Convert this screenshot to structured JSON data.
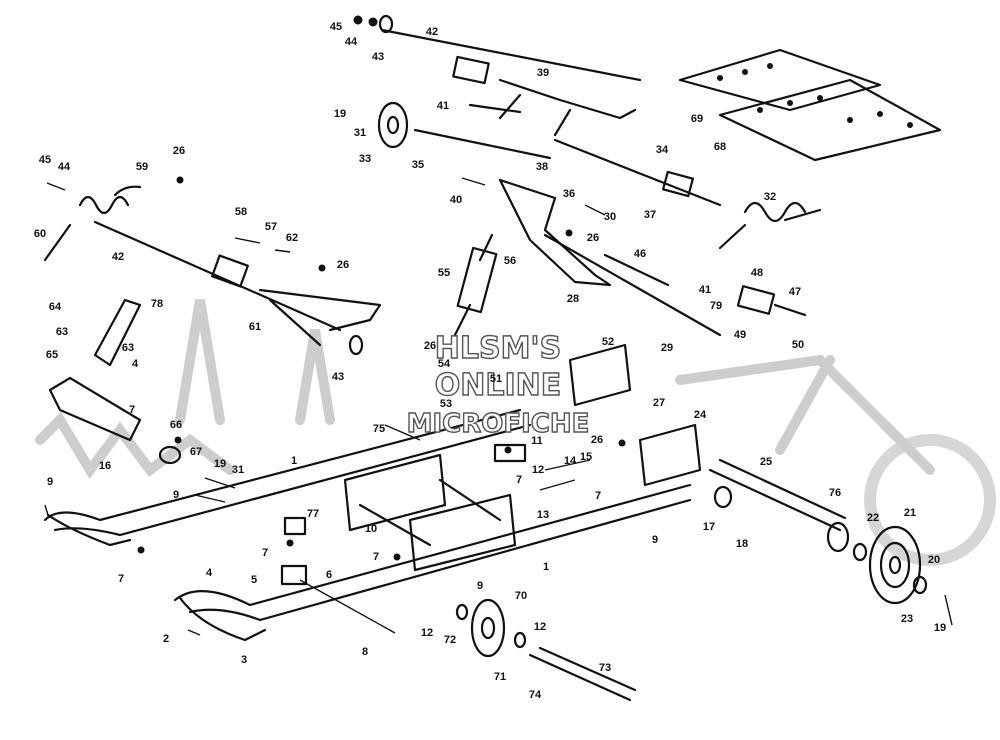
{
  "watermark": {
    "line1": "HLSM'S",
    "line2": "ONLINE",
    "line3": "MICROFICHE"
  },
  "callouts": [
    {
      "id": "c45a",
      "text": "45"
    },
    {
      "id": "c44a",
      "text": "44"
    },
    {
      "id": "c43a",
      "text": "43"
    },
    {
      "id": "c42a",
      "text": "42"
    },
    {
      "id": "c39",
      "text": "39"
    },
    {
      "id": "c19a",
      "text": "19"
    },
    {
      "id": "c41a",
      "text": "41"
    },
    {
      "id": "c31a",
      "text": "31"
    },
    {
      "id": "c33",
      "text": "33"
    },
    {
      "id": "c35",
      "text": "35"
    },
    {
      "id": "c38",
      "text": "38"
    },
    {
      "id": "c34",
      "text": "34"
    },
    {
      "id": "c69",
      "text": "69"
    },
    {
      "id": "c68",
      "text": "68"
    },
    {
      "id": "c32",
      "text": "32"
    },
    {
      "id": "c37",
      "text": "37"
    },
    {
      "id": "c36",
      "text": "36"
    },
    {
      "id": "c30",
      "text": "30"
    },
    {
      "id": "c40",
      "text": "40"
    },
    {
      "id": "c26a",
      "text": "26"
    },
    {
      "id": "c45b",
      "text": "45"
    },
    {
      "id": "c44b",
      "text": "44"
    },
    {
      "id": "c59",
      "text": "59"
    },
    {
      "id": "c26b",
      "text": "26"
    },
    {
      "id": "c60",
      "text": "60"
    },
    {
      "id": "c58",
      "text": "58"
    },
    {
      "id": "c57",
      "text": "57"
    },
    {
      "id": "c62",
      "text": "62"
    },
    {
      "id": "c26c",
      "text": "26"
    },
    {
      "id": "c42b",
      "text": "42"
    },
    {
      "id": "c56",
      "text": "56"
    },
    {
      "id": "c46",
      "text": "46"
    },
    {
      "id": "c28",
      "text": "28"
    },
    {
      "id": "c55",
      "text": "55"
    },
    {
      "id": "c41b",
      "text": "41"
    },
    {
      "id": "c79",
      "text": "79"
    },
    {
      "id": "c48",
      "text": "48"
    },
    {
      "id": "c47",
      "text": "47"
    },
    {
      "id": "c49",
      "text": "49"
    },
    {
      "id": "c50",
      "text": "50"
    },
    {
      "id": "c29",
      "text": "29"
    },
    {
      "id": "c64",
      "text": "64"
    },
    {
      "id": "c78",
      "text": "78"
    },
    {
      "id": "c63a",
      "text": "63"
    },
    {
      "id": "c61",
      "text": "61"
    },
    {
      "id": "c43b",
      "text": "43"
    },
    {
      "id": "c63b",
      "text": "63"
    },
    {
      "id": "c4a",
      "text": "4"
    },
    {
      "id": "c65",
      "text": "65"
    },
    {
      "id": "c26d",
      "text": "26"
    },
    {
      "id": "c54",
      "text": "54"
    },
    {
      "id": "c51",
      "text": "51"
    },
    {
      "id": "c52",
      "text": "52"
    },
    {
      "id": "c53",
      "text": "53"
    },
    {
      "id": "c75",
      "text": "75"
    },
    {
      "id": "c27",
      "text": "27"
    },
    {
      "id": "c24",
      "text": "24"
    },
    {
      "id": "c7a",
      "text": "7"
    },
    {
      "id": "c66",
      "text": "66"
    },
    {
      "id": "c16",
      "text": "16"
    },
    {
      "id": "c67",
      "text": "67"
    },
    {
      "id": "c11",
      "text": "11"
    },
    {
      "id": "c26e",
      "text": "26"
    },
    {
      "id": "c14",
      "text": "14"
    },
    {
      "id": "c15",
      "text": "15"
    },
    {
      "id": "c12a",
      "text": "12"
    },
    {
      "id": "c7b",
      "text": "7"
    },
    {
      "id": "c1a",
      "text": "1"
    },
    {
      "id": "c19b",
      "text": "19"
    },
    {
      "id": "c31b",
      "text": "31"
    },
    {
      "id": "c9a",
      "text": "9"
    },
    {
      "id": "c9b",
      "text": "9"
    },
    {
      "id": "c13",
      "text": "13"
    },
    {
      "id": "c7c",
      "text": "7"
    },
    {
      "id": "c25",
      "text": "25"
    },
    {
      "id": "c76",
      "text": "76"
    },
    {
      "id": "c77",
      "text": "77"
    },
    {
      "id": "c10",
      "text": "10"
    },
    {
      "id": "c9c",
      "text": "9"
    },
    {
      "id": "c17",
      "text": "17"
    },
    {
      "id": "c18",
      "text": "18"
    },
    {
      "id": "c22",
      "text": "22"
    },
    {
      "id": "c21",
      "text": "21"
    },
    {
      "id": "c7d",
      "text": "7"
    },
    {
      "id": "c7e",
      "text": "7"
    },
    {
      "id": "c7f",
      "text": "7"
    },
    {
      "id": "c1b",
      "text": "1"
    },
    {
      "id": "c4b",
      "text": "4"
    },
    {
      "id": "c5",
      "text": "5"
    },
    {
      "id": "c6",
      "text": "6"
    },
    {
      "id": "c9d",
      "text": "9"
    },
    {
      "id": "c20",
      "text": "20"
    },
    {
      "id": "c23",
      "text": "23"
    },
    {
      "id": "c19c",
      "text": "19"
    },
    {
      "id": "c70",
      "text": "70"
    },
    {
      "id": "c12b",
      "text": "12"
    },
    {
      "id": "c12c",
      "text": "12"
    },
    {
      "id": "c72",
      "text": "72"
    },
    {
      "id": "c8",
      "text": "8"
    },
    {
      "id": "c2",
      "text": "2"
    },
    {
      "id": "c3",
      "text": "3"
    },
    {
      "id": "c71",
      "text": "71"
    },
    {
      "id": "c73",
      "text": "73"
    },
    {
      "id": "c74",
      "text": "74"
    }
  ]
}
